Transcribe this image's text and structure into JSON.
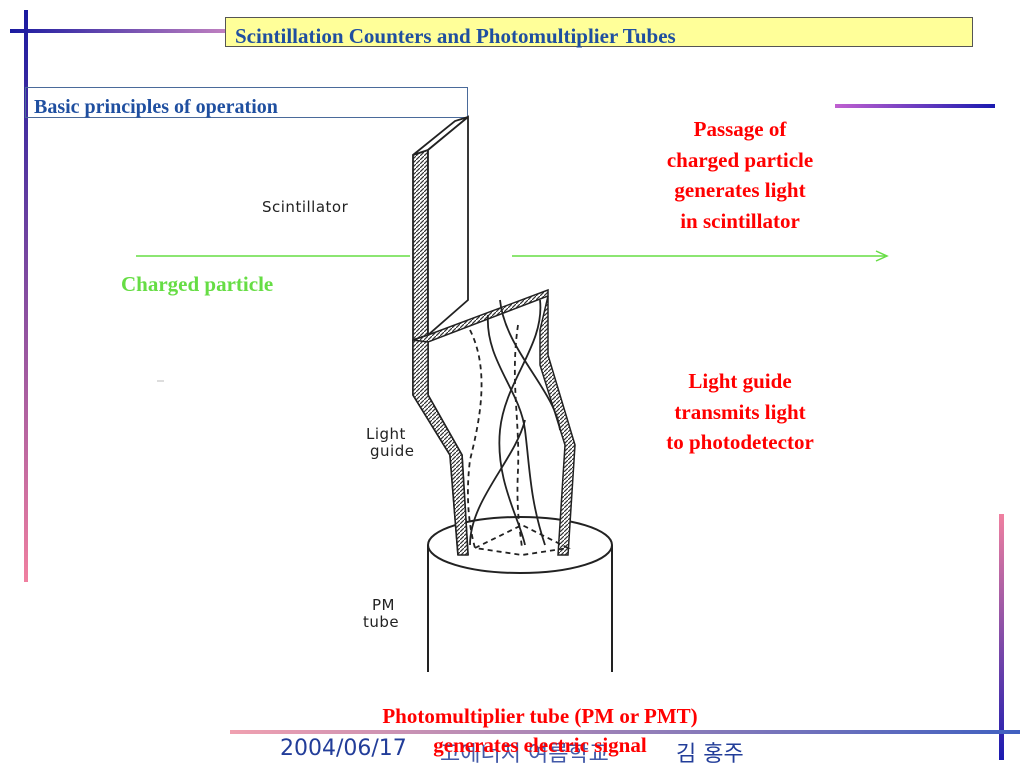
{
  "header": {
    "title": "Scintillation Counters and Photomultiplier Tubes",
    "subtitle": "Basic principles of operation"
  },
  "diagram": {
    "labels": {
      "scintillator": "Scintillator",
      "light_guide_1": "Light",
      "light_guide_2": "guide",
      "pm_tube_1": "PM",
      "pm_tube_2": "tube"
    }
  },
  "annotations": {
    "charged_particle": "Charged particle",
    "passage": [
      "Passage of",
      "charged particle",
      "generates light",
      "in scintillator"
    ],
    "light_guide": [
      "Light guide",
      "transmits light",
      "to photodetector"
    ],
    "pmt": [
      "Photomultiplier tube (PM or PMT)",
      "generates electric signal"
    ]
  },
  "footer": {
    "date": "2004/06/17",
    "ghost_text": "고에너지 여름학교",
    "author": "김 홍주"
  },
  "colors": {
    "accent_blue": "#1f4fa0",
    "title_bg": "#ffff99",
    "note_red": "#ff0000",
    "particle_green": "#66dd44"
  }
}
